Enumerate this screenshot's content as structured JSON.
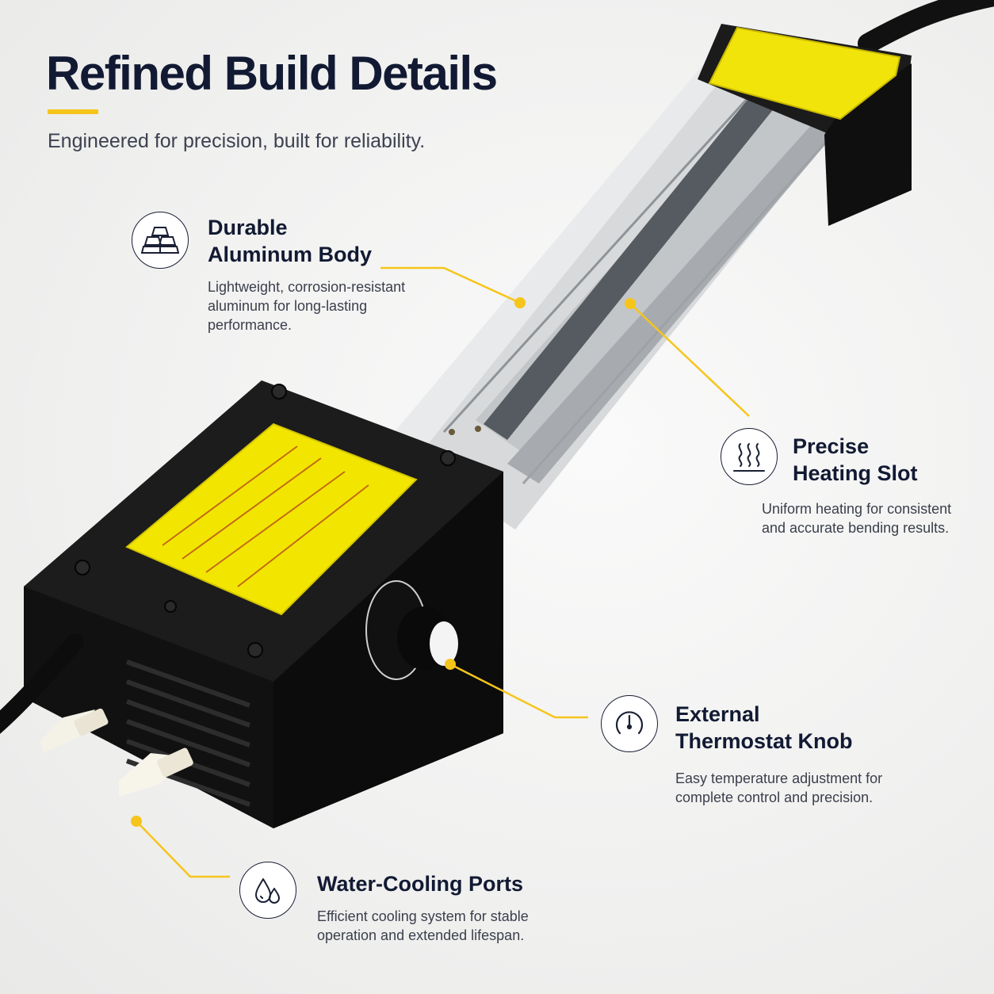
{
  "header": {
    "title": "Refined Build Details",
    "subtitle": "Engineered for precision, built for reliability."
  },
  "features": [
    {
      "id": "aluminum",
      "icon": "gold-bars-icon",
      "title_line1": "Durable",
      "title_line2": "Aluminum Body",
      "desc_line1": "Lightweight, corrosion-resistant",
      "desc_line2": "aluminum for long-lasting",
      "desc_line3": "performance."
    },
    {
      "id": "heating",
      "icon": "heat-waves-icon",
      "title_line1": "Precise",
      "title_line2": "Heating Slot",
      "desc_line1": "Uniform heating for consistent",
      "desc_line2": "and accurate bending results."
    },
    {
      "id": "thermostat",
      "icon": "gauge-icon",
      "title_line1": "External",
      "title_line2": "Thermostat Knob",
      "desc_line1": "Easy temperature adjustment for",
      "desc_line2": "complete control and precision."
    },
    {
      "id": "cooling",
      "icon": "water-drops-icon",
      "title_line1": "Water-Cooling Ports",
      "desc_line1": "Efficient cooling system for stable",
      "desc_line2": "operation and extended lifespan."
    }
  ],
  "colors": {
    "accent": "#f6c51b",
    "heading": "#121a33",
    "text": "#3b3f4c",
    "label_yellow": "#f2e600"
  }
}
